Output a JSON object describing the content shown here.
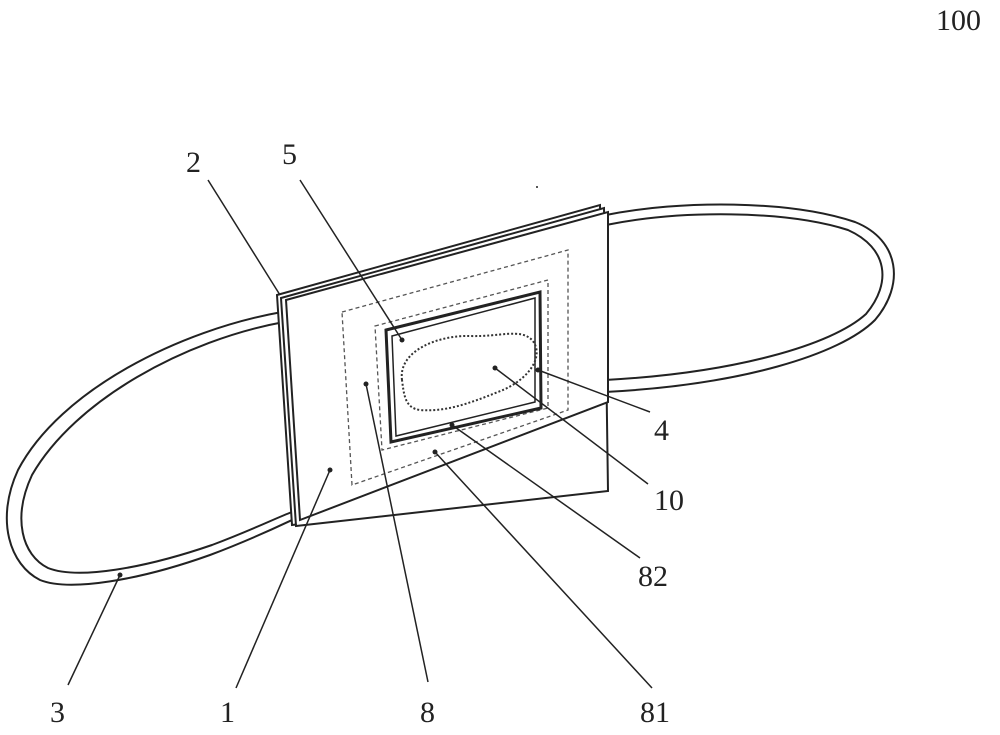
{
  "figure": {
    "id_label": "100",
    "callouts": {
      "body": "1",
      "layer": "2",
      "ear_loop": "3",
      "window_frame": "4",
      "window": "5",
      "inner_region": "8",
      "outer_dashed": "81",
      "inner_dashed": "82",
      "indicator": "10"
    }
  }
}
